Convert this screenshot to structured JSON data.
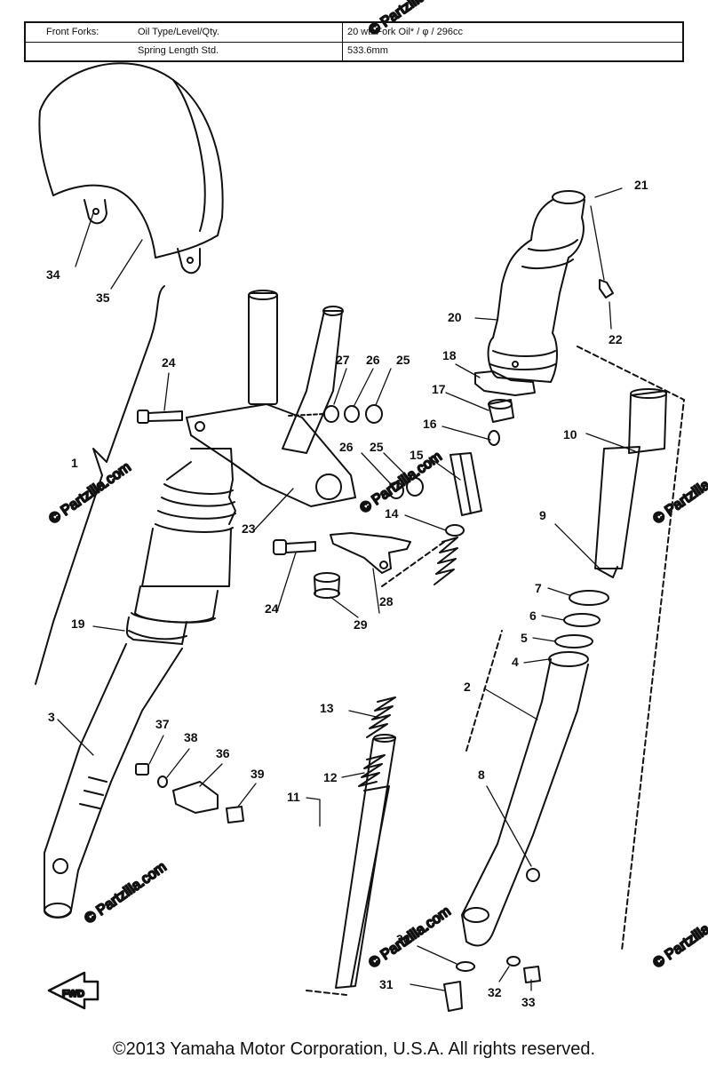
{
  "spec_table": {
    "group_label": "Front Forks:",
    "rows": [
      {
        "item": "Oil Type/Level/Qty.",
        "value": "20 wt. Fork Oil* / φ / 296cc"
      },
      {
        "item": "Spring Length Std.",
        "value": "533.6mm"
      }
    ]
  },
  "watermark": "© Partzilla.com",
  "fwd_label": "FWD",
  "callouts": {
    "n1": "1",
    "n2": "2",
    "n3": "3",
    "n4": "4",
    "n5": "5",
    "n6": "6",
    "n7": "7",
    "n8": "8",
    "n9": "9",
    "n10": "10",
    "n11": "11",
    "n12": "12",
    "n13": "13",
    "n14": "14",
    "n15": "15",
    "n16": "16",
    "n17": "17",
    "n18": "18",
    "n19": "19",
    "n20": "20",
    "n21": "21",
    "n22": "22",
    "n23": "23",
    "n24a": "24",
    "n24b": "24",
    "n25a": "25",
    "n25b": "25",
    "n26a": "26",
    "n26b": "26",
    "n27": "27",
    "n28": "28",
    "n29": "29",
    "n30": "30",
    "n31": "31",
    "n32": "32",
    "n33": "33",
    "n34": "34",
    "n35": "35",
    "n36": "36",
    "n37": "37",
    "n38": "38",
    "n39": "39"
  },
  "copyright": "©2013  Yamaha Motor Corporation, U.S.A. All rights reserved."
}
